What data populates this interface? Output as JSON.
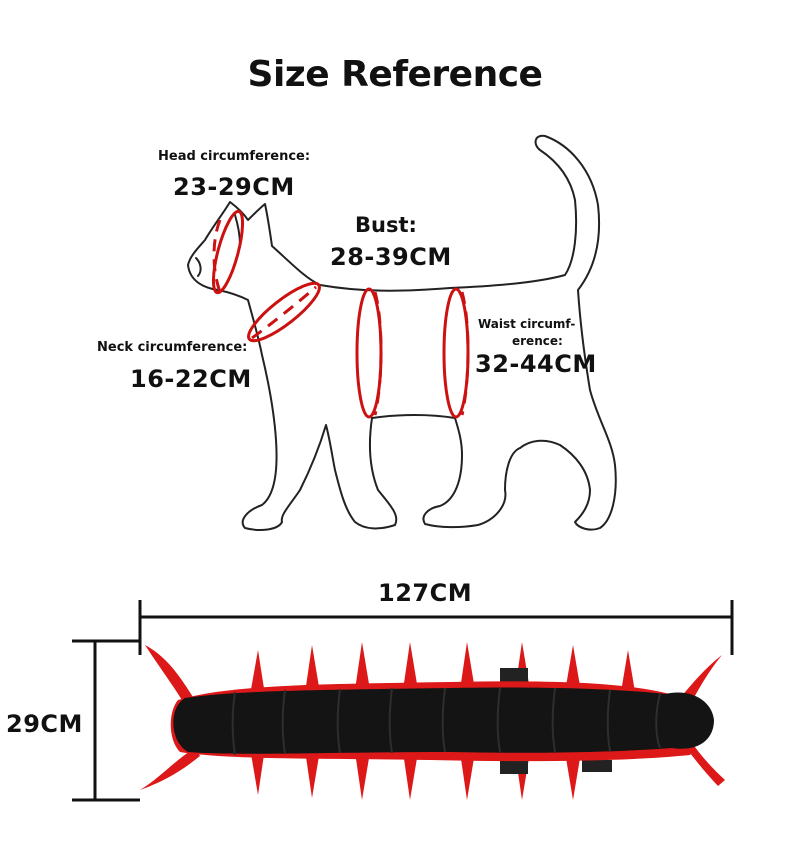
{
  "title": "Size Reference",
  "labels": {
    "head_label": "Head circumference:",
    "head_value": "23-29CM",
    "bust_label": "Bust:",
    "bust_value": "28-39CM",
    "neck_label": "Neck circumference:",
    "neck_value": "16-22CM",
    "waist_label_line1": "Waist circumf-",
    "waist_label_line2": "erence:",
    "waist_value": "32-44CM",
    "length_value": "127CM",
    "height_value": "29CM"
  },
  "colors": {
    "outline": "#222222",
    "measure_red": "#cc1111",
    "costume_black": "#111111",
    "costume_red": "#dd1818"
  }
}
